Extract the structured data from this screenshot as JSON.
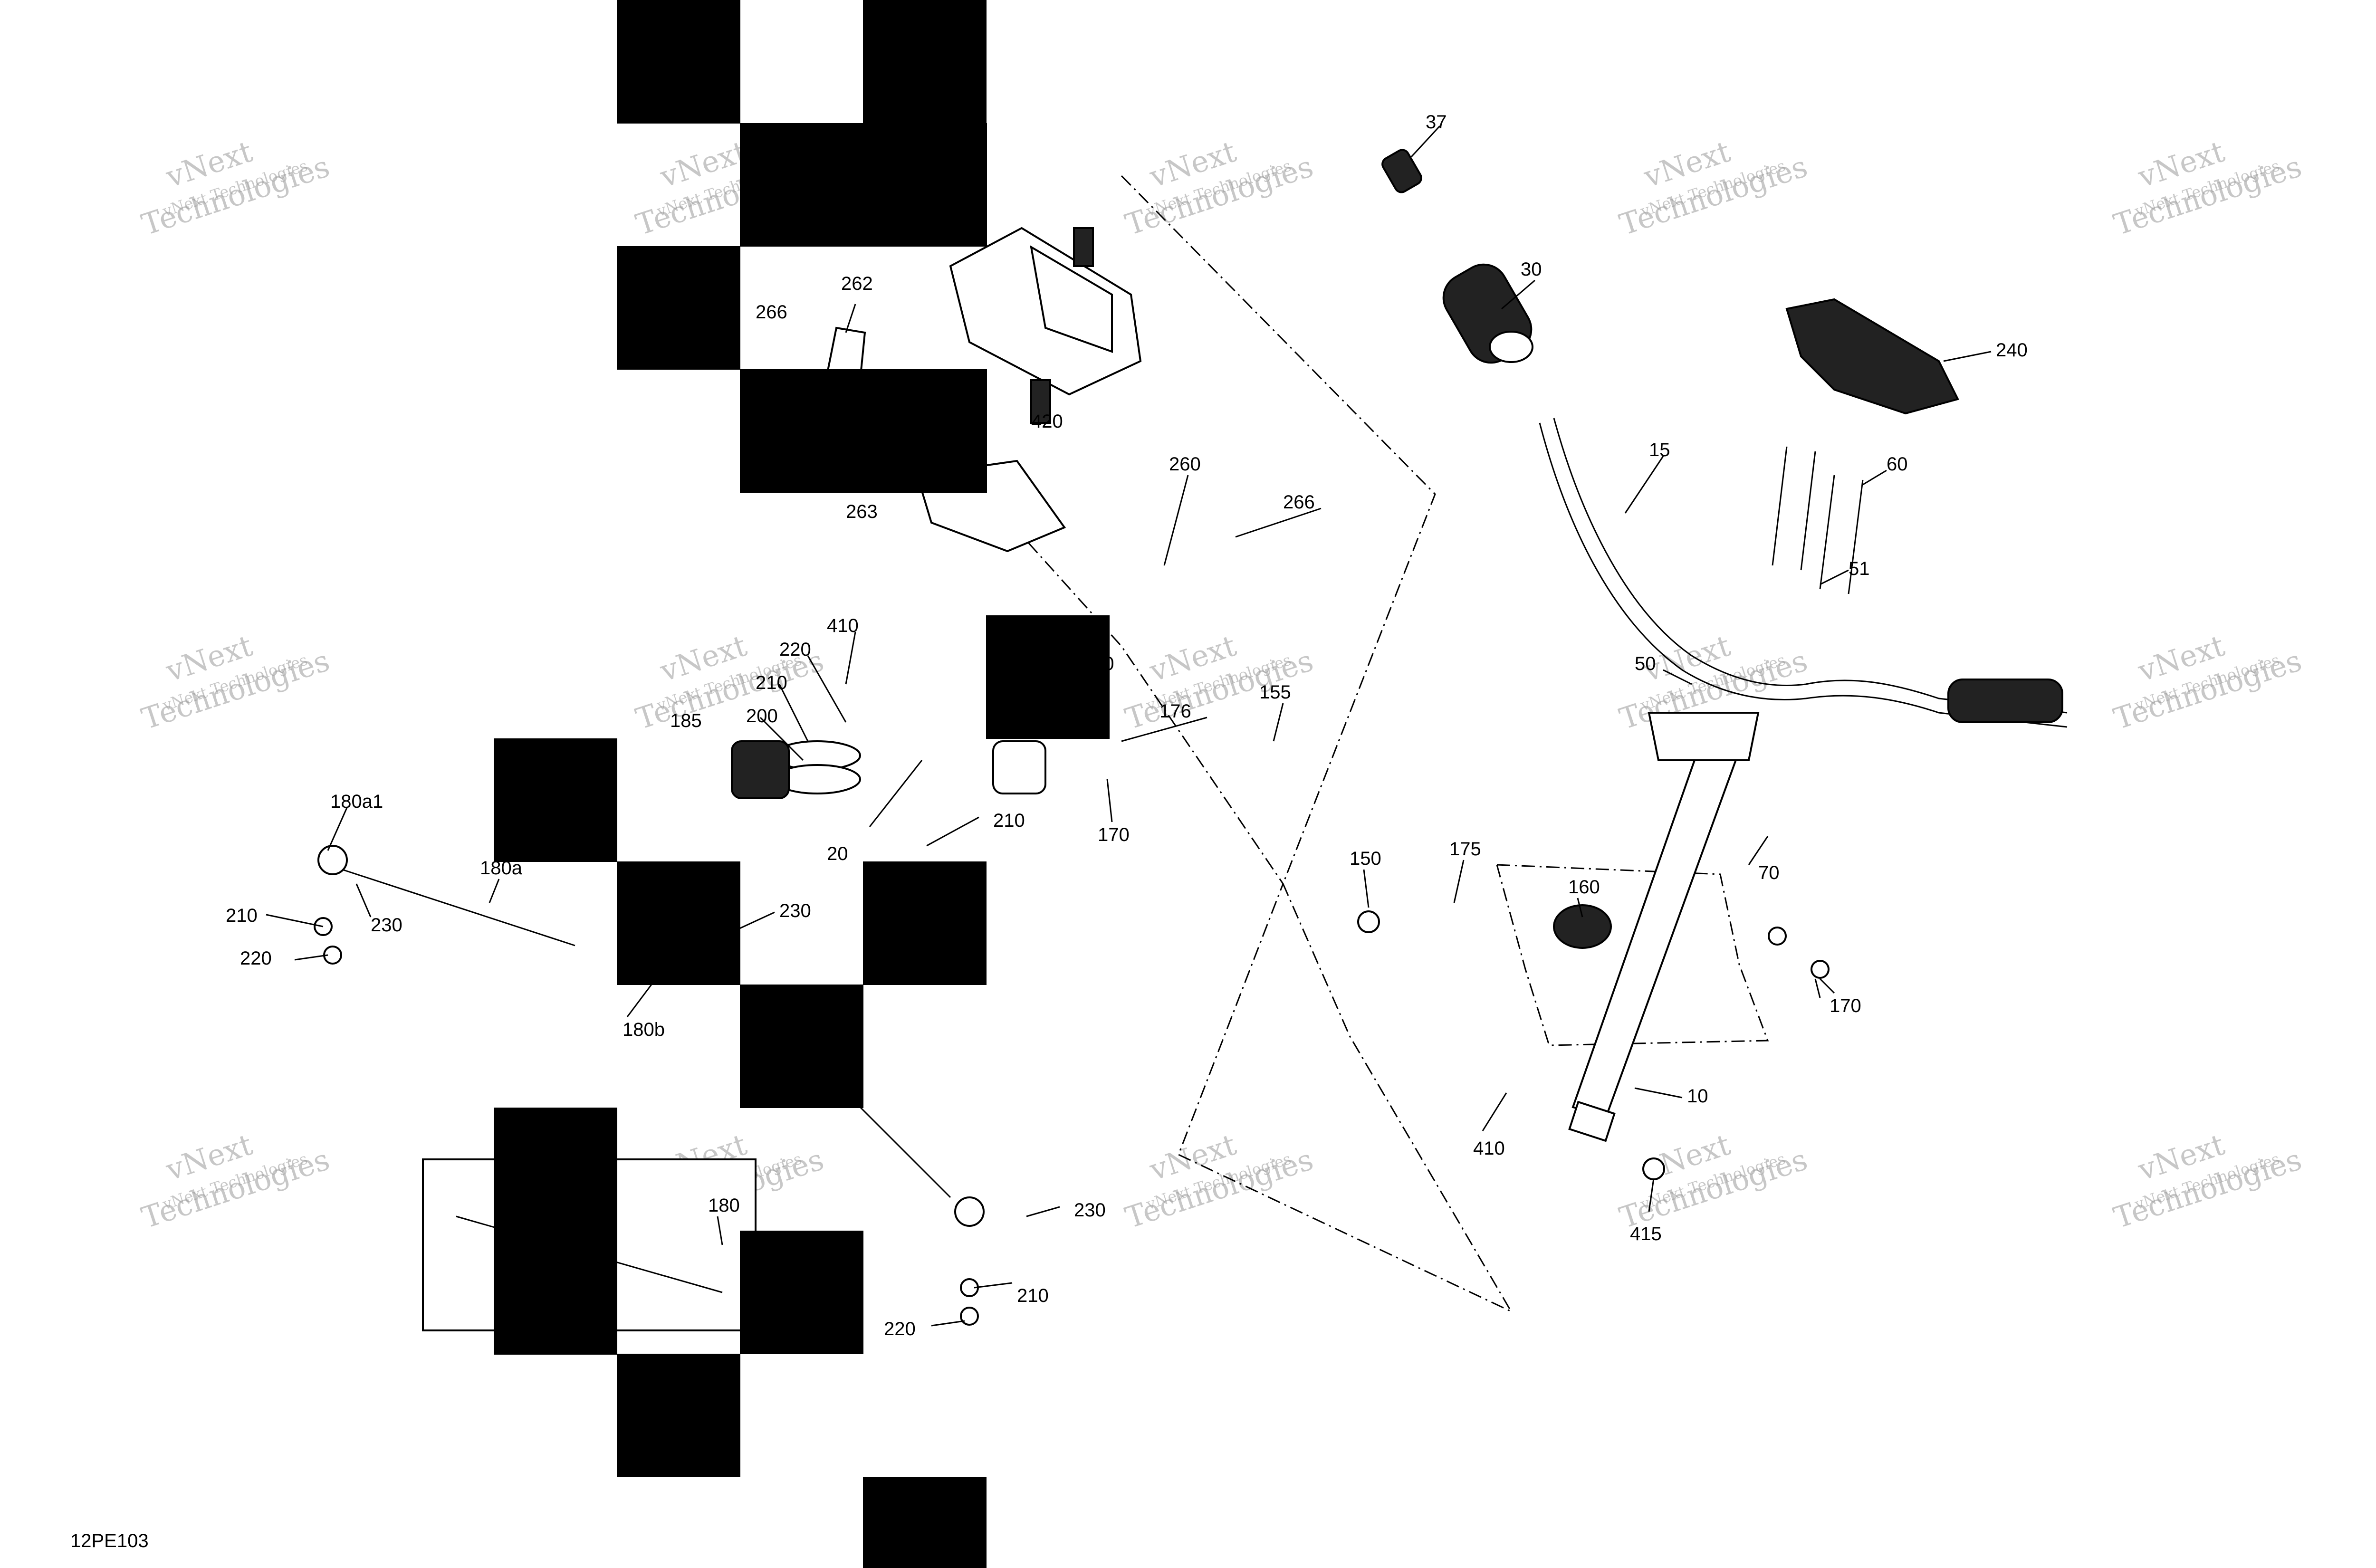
{
  "figure_id": "12PE103",
  "watermark": {
    "line1": "vNext",
    "line2": "Technologies",
    "inline": "vNext Technologies"
  },
  "callouts": [
    "37",
    "30",
    "240",
    "15",
    "60",
    "51",
    "50",
    "70",
    "10",
    "410",
    "415",
    "150",
    "175",
    "160",
    "170",
    "170",
    "155",
    "176",
    "20",
    "262",
    "266",
    "263",
    "420",
    "260",
    "266",
    "410",
    "220",
    "210",
    "200",
    "185",
    "20",
    "210",
    "180a1",
    "180a",
    "210",
    "230",
    "220",
    "230",
    "180b",
    "180",
    "230",
    "210",
    "220"
  ],
  "redaction_color": "#000000"
}
